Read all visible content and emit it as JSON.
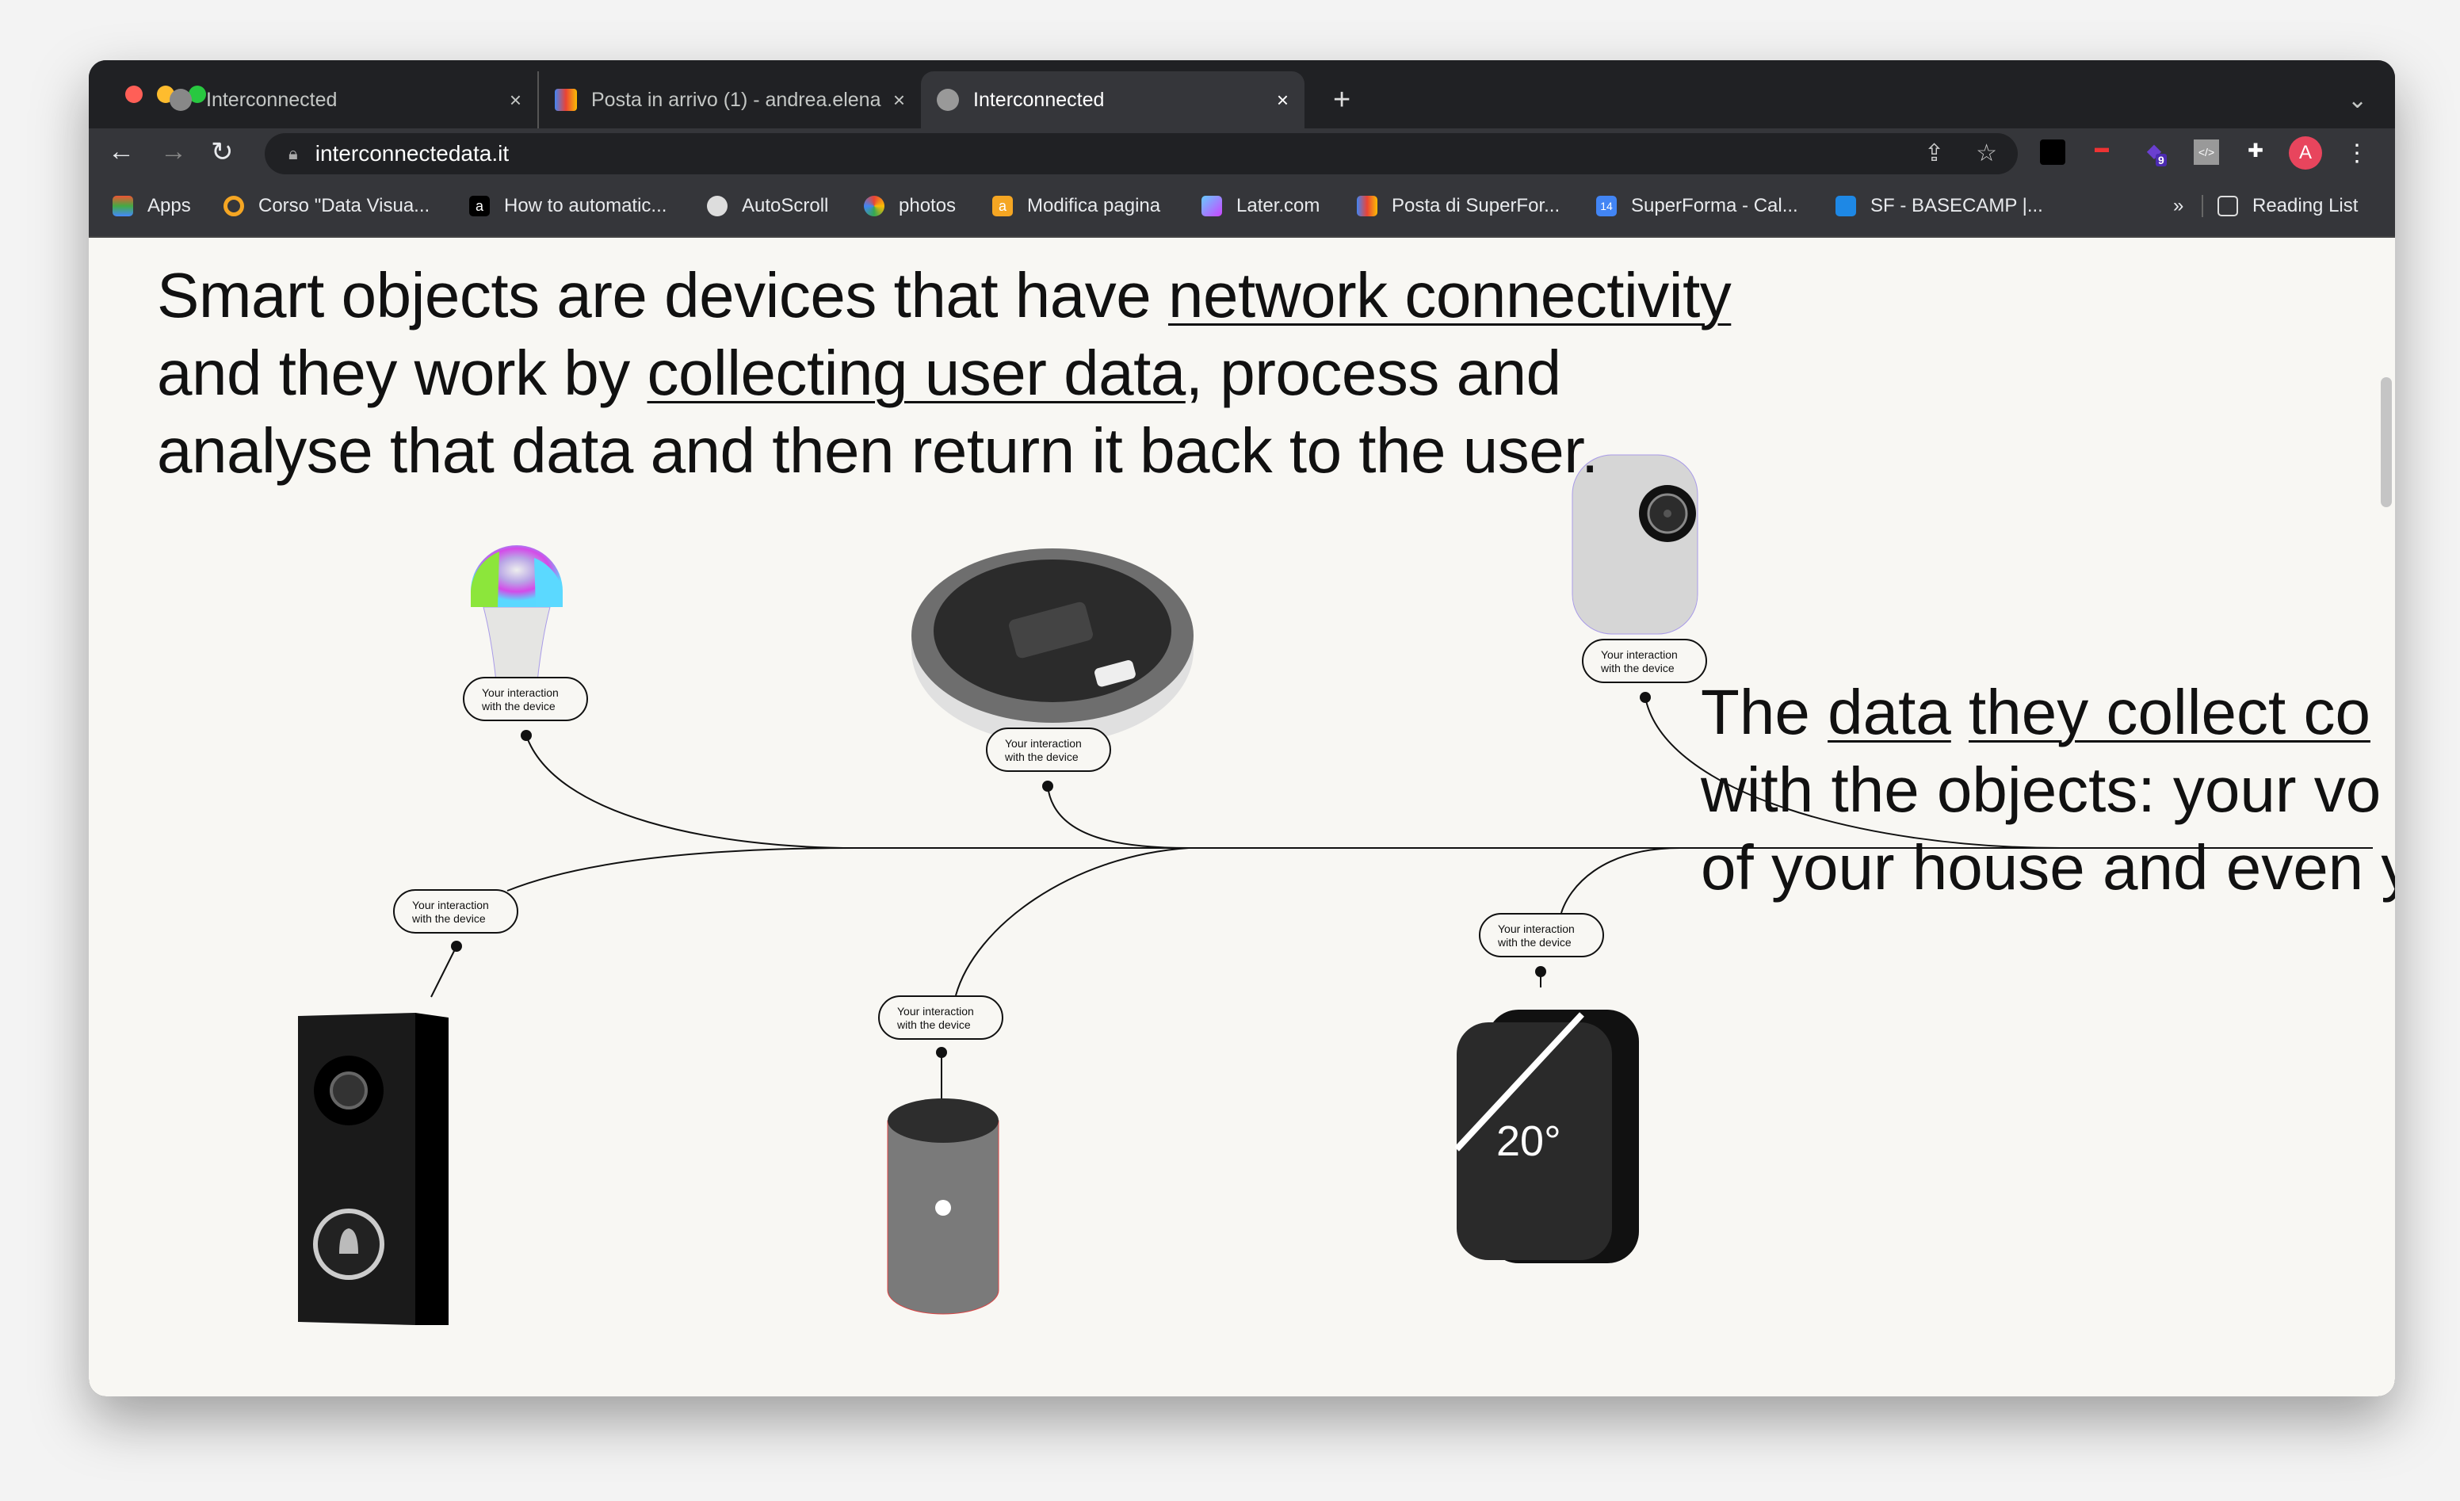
{
  "browser": {
    "tabs": [
      {
        "title": "Interconnected",
        "icon": "globe-icon",
        "active": false
      },
      {
        "title": "Posta in arrivo (1) - andrea.elena",
        "icon": "gmail-icon",
        "active": false
      },
      {
        "title": "Interconnected",
        "icon": "globe-icon",
        "active": true
      }
    ],
    "close_glyph": "×",
    "new_tab_glyph": "+",
    "tab_menu_glyph": "⌄",
    "url": "interconnectedata.it",
    "profile_initial": "A",
    "extension_badge": "9",
    "bookmarks": [
      {
        "label": "Apps",
        "icon": "apps-grid-icon"
      },
      {
        "label": "Corso \"Data Visua...",
        "icon": "ring-icon"
      },
      {
        "label": "How to automatic...",
        "icon": "a-icon"
      },
      {
        "label": "AutoScroll",
        "icon": "globe-icon"
      },
      {
        "label": "photos",
        "icon": "pinwheel-icon"
      },
      {
        "label": "Modifica pagina",
        "icon": "a-icon"
      },
      {
        "label": "Later.com",
        "icon": "later-icon"
      },
      {
        "label": "Posta di SuperFor...",
        "icon": "gmail-icon"
      },
      {
        "label": "SuperForma - Cal...",
        "icon": "calendar-icon"
      },
      {
        "label": "SF - BASECAMP |...",
        "icon": "trello-icon"
      }
    ],
    "more_bookmarks": "»",
    "reading_list": "Reading List",
    "calendar_day": "14"
  },
  "page": {
    "intro": {
      "p1": "Smart objects are devices that have ",
      "l1": "network connectivity",
      "p2": "and they work by ",
      "l2": "collecting user data",
      "p3": ", process and",
      "p4": "analyse that data and then return it back to the user."
    },
    "second": {
      "p1": "The ",
      "l1": "data",
      "p2": " ",
      "l2": "they collect co",
      "line2": "with the objects: your vo",
      "line3": "of your house and even y"
    },
    "interaction_label_1": "Your interaction",
    "interaction_label_2": "with the device",
    "thermostat_temp": "20°"
  }
}
